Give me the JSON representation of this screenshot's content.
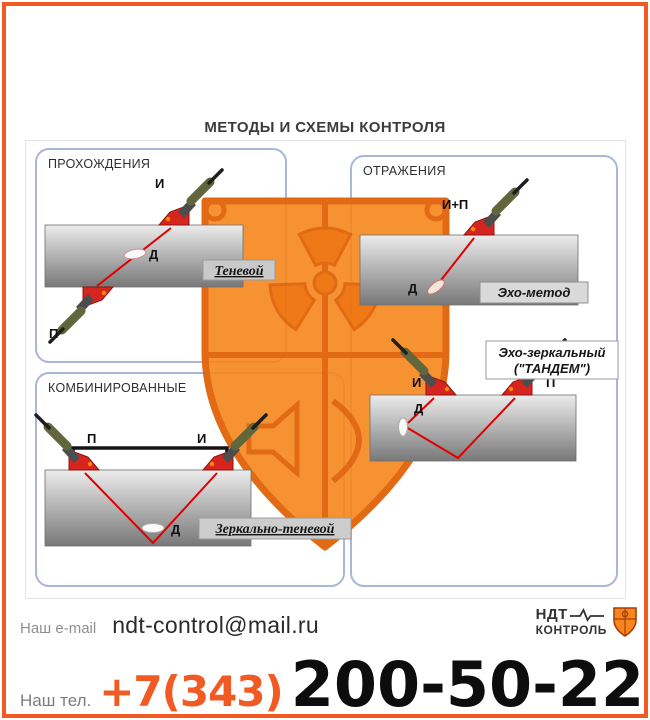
{
  "title": "МЕТОДЫ И СХЕМЫ КОНТРОЛЯ",
  "panels": {
    "transmission": {
      "title": "ПРОХОЖДЕНИЯ",
      "method": "Теневой",
      "labels": {
        "emitter": "И",
        "receiver": "П",
        "defect": "Д"
      }
    },
    "reflection": {
      "title": "ОТРАЖЕНИЯ",
      "echo": {
        "method": "Эхо-метод",
        "probe": "И+П",
        "defect": "Д"
      },
      "tandem": {
        "method_line1": "Эхо-зеркальный",
        "method_line2": "(\"ТАНДЕМ\")",
        "emitter": "И",
        "receiver": "П",
        "defect": "Д"
      }
    },
    "combined": {
      "title": "КОМБИНИРОВАННЫЕ",
      "method": "Зеркально-теневой",
      "labels": {
        "emitter": "И",
        "receiver": "П",
        "defect": "Д"
      }
    }
  },
  "watermark": {
    "icon": "radiation-shield-logo"
  },
  "footer": {
    "email_label": "Наш e-mail",
    "email": "ndt-control@mail.ru",
    "phone_label": "Наш тел.",
    "phone_prefix": "+7(343)",
    "phone_number": "200-50-22",
    "brand": {
      "line1": "НДТ",
      "line2": "КОНТРОЛЬ",
      "icon": "brand-shield-icon"
    }
  },
  "colors": {
    "frame_orange": "#f15a22",
    "shield_orange": "#f6871c",
    "shield_outline": "#e2660e",
    "beam_red": "#e00000",
    "panel_border": "#a9b6d9",
    "phone_accent": "#f15a22"
  }
}
